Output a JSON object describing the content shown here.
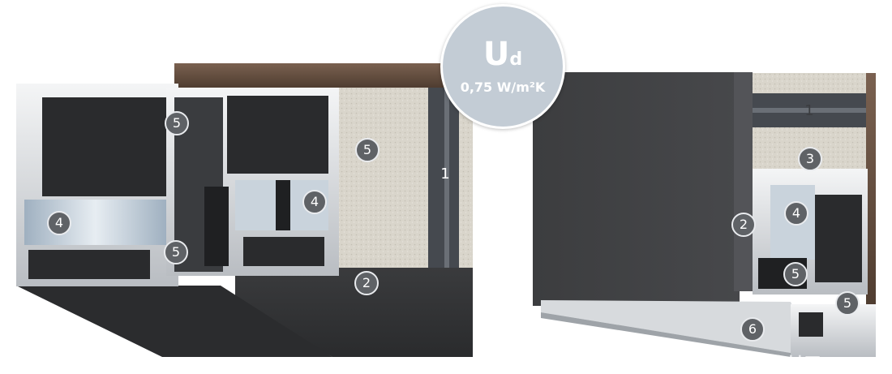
{
  "badge": {
    "symbol": "U",
    "subscript": "d",
    "value": "0,75 W/m²K"
  },
  "markers": [
    {
      "id": "left-5-top",
      "label": "5"
    },
    {
      "id": "left-5-insulation",
      "label": "5"
    },
    {
      "id": "left-4-glass",
      "label": "4"
    },
    {
      "id": "left-4-core",
      "label": "4"
    },
    {
      "id": "left-5-bottom",
      "label": "5"
    },
    {
      "id": "left-2-sill",
      "label": "2"
    },
    {
      "id": "left-1-strip",
      "label": "1"
    },
    {
      "id": "right-1-strip",
      "label": "1"
    },
    {
      "id": "right-3-plaster",
      "label": "3"
    },
    {
      "id": "right-2-door",
      "label": "2"
    },
    {
      "id": "right-4-core",
      "label": "4"
    },
    {
      "id": "right-5-gasket",
      "label": "5"
    },
    {
      "id": "right-5-threshold",
      "label": "5"
    },
    {
      "id": "right-6-sill",
      "label": "6"
    }
  ],
  "watermark": "建材网"
}
